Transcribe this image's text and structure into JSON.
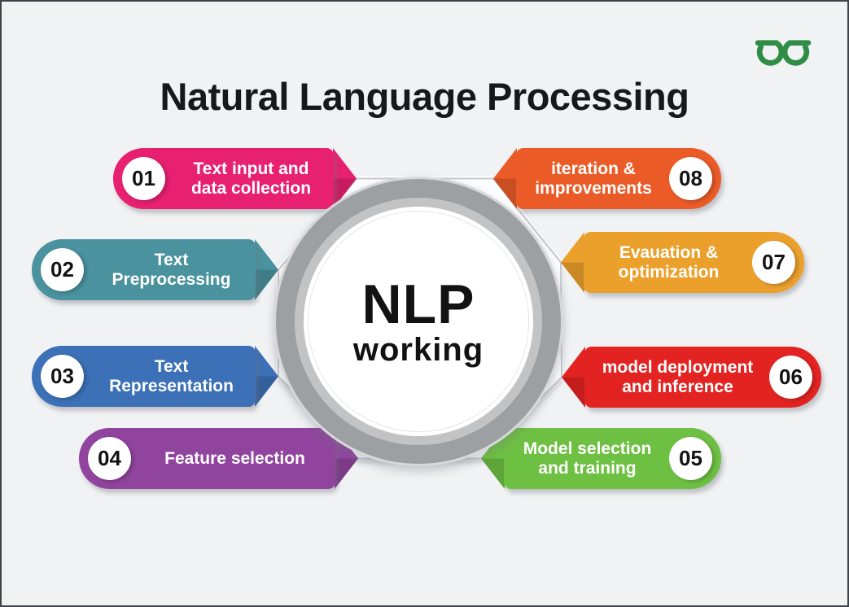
{
  "title": "Natural Language Processing",
  "logo": {
    "name": "geeksforgeeks-logo",
    "color": "#2f8d46"
  },
  "center": {
    "title": "NLP",
    "subtitle": "working"
  },
  "colors": {
    "background": "#f1f2f4",
    "frame_border": "#3f434a",
    "ring_dark": "#9da0a2",
    "ring_light": "#c1c3c5",
    "octagon_stroke": "#c6c9cd",
    "octagon_fill": "#fcfdfe",
    "text_dark": "#17181a",
    "text_light": "#ffffff"
  },
  "steps": [
    {
      "num": "01",
      "label": "Text input and\ndata collection",
      "color": "#e82070",
      "side": "left"
    },
    {
      "num": "02",
      "label": "Text\nPreprocessing",
      "color": "#4a929e",
      "side": "left"
    },
    {
      "num": "03",
      "label": "Text\nRepresentation",
      "color": "#3c70b7",
      "side": "left"
    },
    {
      "num": "04",
      "label": "Feature selection",
      "color": "#91449e",
      "side": "left"
    },
    {
      "num": "05",
      "label": "Model selection\nand training",
      "color": "#6ec043",
      "side": "right"
    },
    {
      "num": "06",
      "label": "model deployment\nand inference",
      "color": "#e32322",
      "side": "right"
    },
    {
      "num": "07",
      "label": "Evauation &\noptimization",
      "color": "#eca02c",
      "side": "right"
    },
    {
      "num": "08",
      "label": "iteration &\nimprovements",
      "color": "#ea5b28",
      "side": "right"
    }
  ]
}
